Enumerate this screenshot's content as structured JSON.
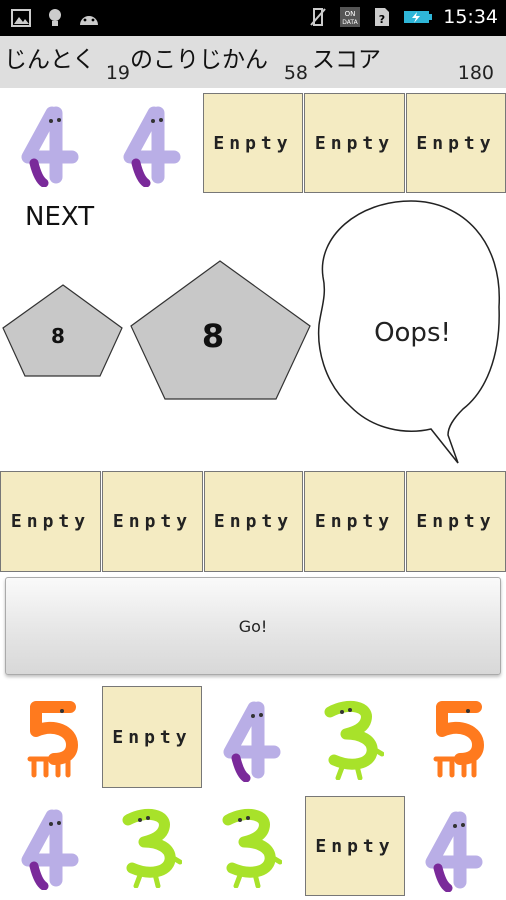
{
  "status_bar": {
    "time": "15:34"
  },
  "header": {
    "moves_label": "じんとく",
    "moves_value": "19",
    "time_label": "のこりじかん",
    "time_value": "58",
    "score_label": "スコア",
    "score_value": "180"
  },
  "empty_label": "Enpty",
  "next_label": "NEXT",
  "pentagons": {
    "small": "8",
    "large": "8"
  },
  "bubble_text": "Oops!",
  "go_button_label": "Go!",
  "colors": {
    "tile": "#f4ebc2",
    "header": "#dedede",
    "four": "#b9aee6",
    "five": "#ff7a1e",
    "three": "#a8e22a"
  }
}
